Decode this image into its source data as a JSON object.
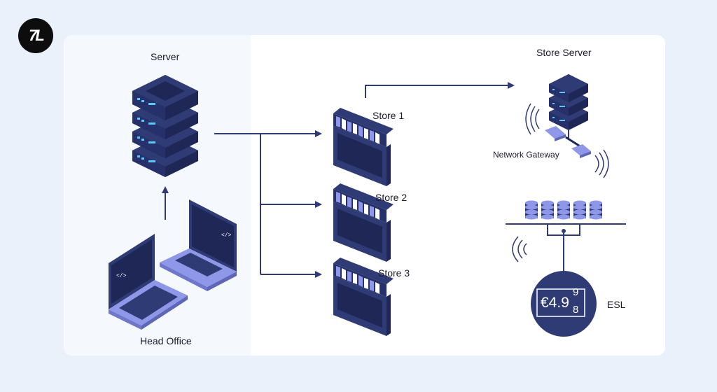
{
  "logo": {
    "text": "7L"
  },
  "labels": {
    "server": "Server",
    "head_office": "Head Office",
    "store1": "Store 1",
    "store2": "Store 2",
    "store3": "Store 3",
    "store_server": "Store Server",
    "network_gateway": "Network Gateway",
    "esl": "ESL"
  },
  "esl_price": {
    "main": "€4.9",
    "sup": "9",
    "sub": "8"
  },
  "laptop_code": "</>",
  "colors": {
    "navy": "#2f3b74",
    "dark_navy": "#1e2755",
    "lavender": "#8e97e8",
    "light_blue": "#5ac8fa",
    "bg": "#ebf1fa"
  }
}
